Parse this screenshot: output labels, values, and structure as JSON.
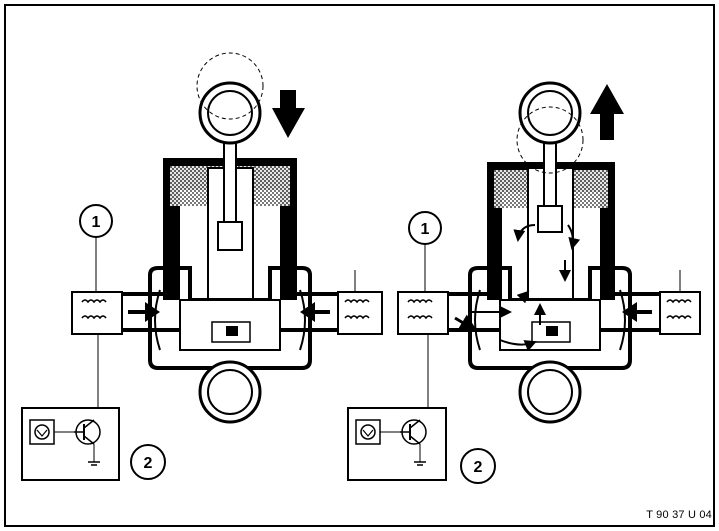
{
  "figure": {
    "code": "T 90 37 U 04",
    "callouts": {
      "left_solenoid": "1",
      "left_control_unit": "2",
      "right_solenoid": "1",
      "right_control_unit": "2"
    },
    "colors": {
      "ink": "#000000",
      "paper": "#ffffff",
      "stipple": "#9a9a9a"
    }
  }
}
